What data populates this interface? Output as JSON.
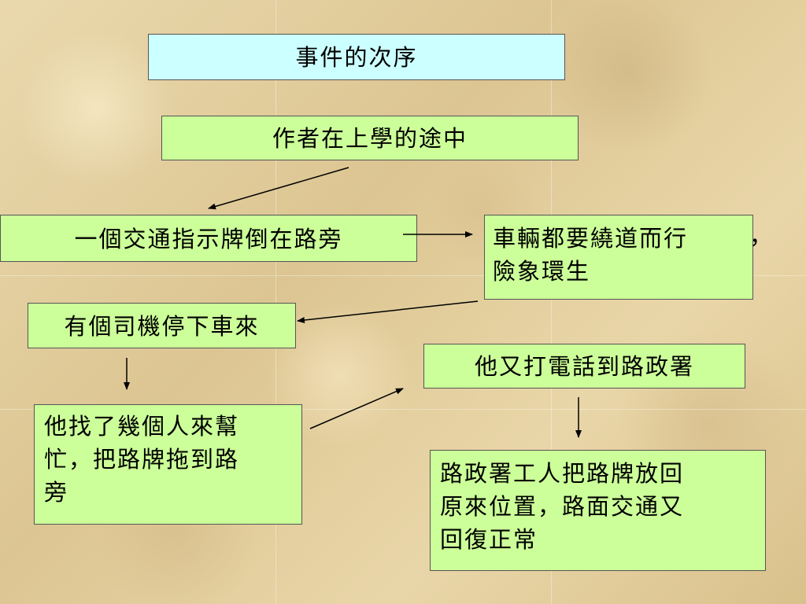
{
  "diagram": {
    "title": "事件的次序",
    "nodes": {
      "start": "作者在上學的途中",
      "sign_fell": "一個交通指示牌倒在路旁",
      "detour": "車輛都要繞道而行",
      "detour_comma": "，",
      "danger": "險象環生",
      "driver_stop": "有個司機停下車來",
      "helpers_line1": "他找了幾個人來幫",
      "helpers_line2": "忙，把路牌拖到路",
      "helpers_line3": "旁",
      "phone": "他又打電話到路政署",
      "workers_line1": "路政署工人把路牌放回",
      "workers_line2": "原來位置，路面交通又",
      "workers_line3": "回復正常"
    }
  },
  "colors": {
    "title_fill": "#ccffff",
    "node_fill": "#ccff99",
    "arrow": "#000000"
  }
}
